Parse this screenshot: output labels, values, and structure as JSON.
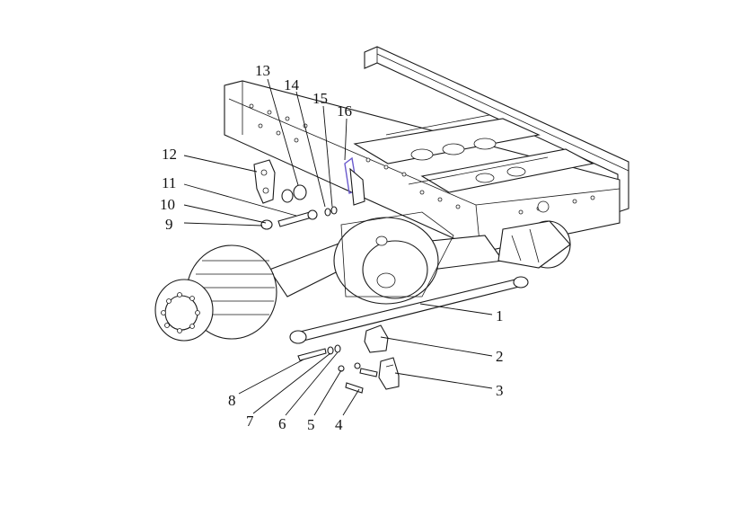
{
  "callouts": [
    {
      "id": "1",
      "label": "1"
    },
    {
      "id": "2",
      "label": "2"
    },
    {
      "id": "3",
      "label": "3"
    },
    {
      "id": "4",
      "label": "4"
    },
    {
      "id": "5",
      "label": "5"
    },
    {
      "id": "6",
      "label": "6"
    },
    {
      "id": "7",
      "label": "7"
    },
    {
      "id": "8",
      "label": "8"
    },
    {
      "id": "9",
      "label": "9"
    },
    {
      "id": "10",
      "label": "10"
    },
    {
      "id": "11",
      "label": "11"
    },
    {
      "id": "12",
      "label": "12"
    },
    {
      "id": "13",
      "label": "13"
    },
    {
      "id": "14",
      "label": "14"
    },
    {
      "id": "15",
      "label": "15"
    },
    {
      "id": "16",
      "label": "16"
    }
  ],
  "colors": {
    "line": "#1a1a1a",
    "highlight": "#6a5acd",
    "background": "#ffffff"
  }
}
